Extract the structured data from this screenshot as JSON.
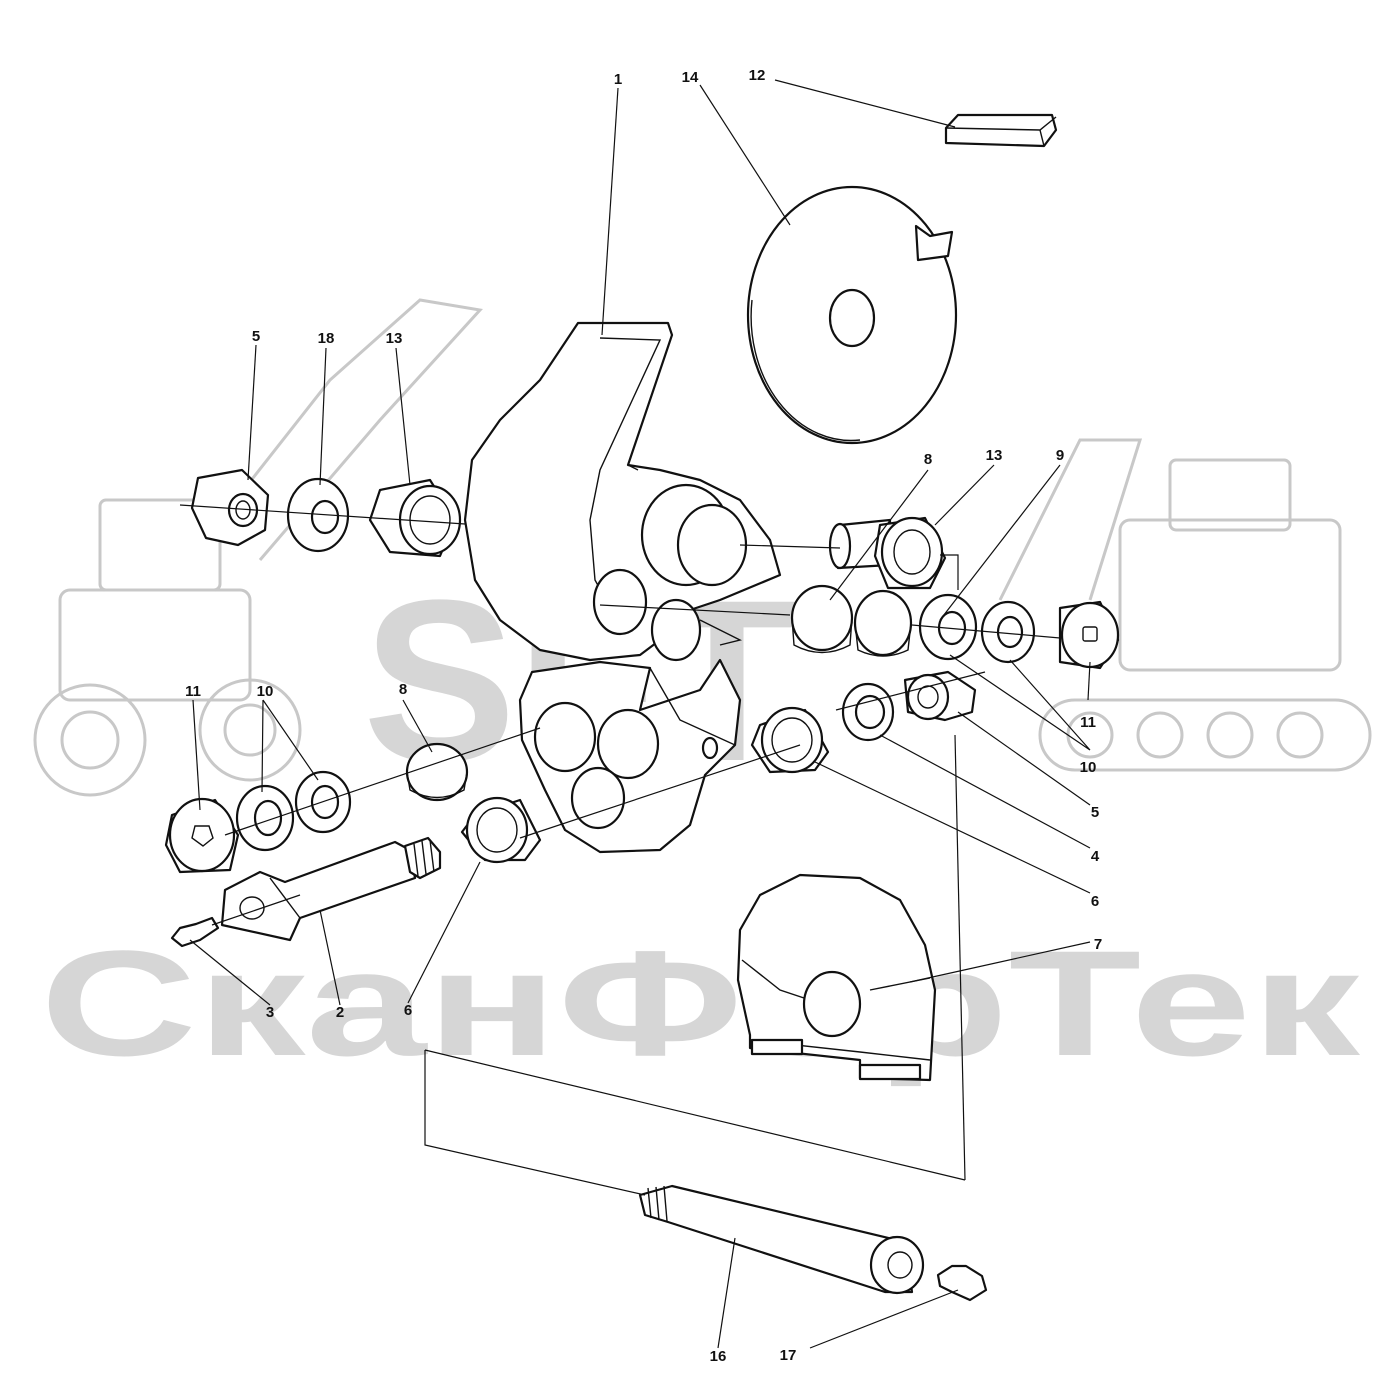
{
  "diagram": {
    "callouts": [
      {
        "id": "c1",
        "label": "1"
      },
      {
        "id": "c14",
        "label": "14"
      },
      {
        "id": "c12",
        "label": "12"
      },
      {
        "id": "c5a",
        "label": "5"
      },
      {
        "id": "c18",
        "label": "18"
      },
      {
        "id": "c13a",
        "label": "13"
      },
      {
        "id": "c8a",
        "label": "8"
      },
      {
        "id": "c13b",
        "label": "13"
      },
      {
        "id": "c9",
        "label": "9"
      },
      {
        "id": "c11a",
        "label": "11"
      },
      {
        "id": "c10a",
        "label": "10"
      },
      {
        "id": "c8b",
        "label": "8"
      },
      {
        "id": "c11b",
        "label": "11"
      },
      {
        "id": "c10b",
        "label": "10"
      },
      {
        "id": "c5b",
        "label": "5"
      },
      {
        "id": "c4",
        "label": "4"
      },
      {
        "id": "c6a",
        "label": "6"
      },
      {
        "id": "c7",
        "label": "7"
      },
      {
        "id": "c3",
        "label": "3"
      },
      {
        "id": "c2",
        "label": "2"
      },
      {
        "id": "c6b",
        "label": "6"
      },
      {
        "id": "c16",
        "label": "16"
      },
      {
        "id": "c17",
        "label": "17"
      }
    ]
  },
  "watermark": {
    "logo_text": "SFT",
    "brand_text": "СканФорТек",
    "color": "#d6d6d6"
  }
}
